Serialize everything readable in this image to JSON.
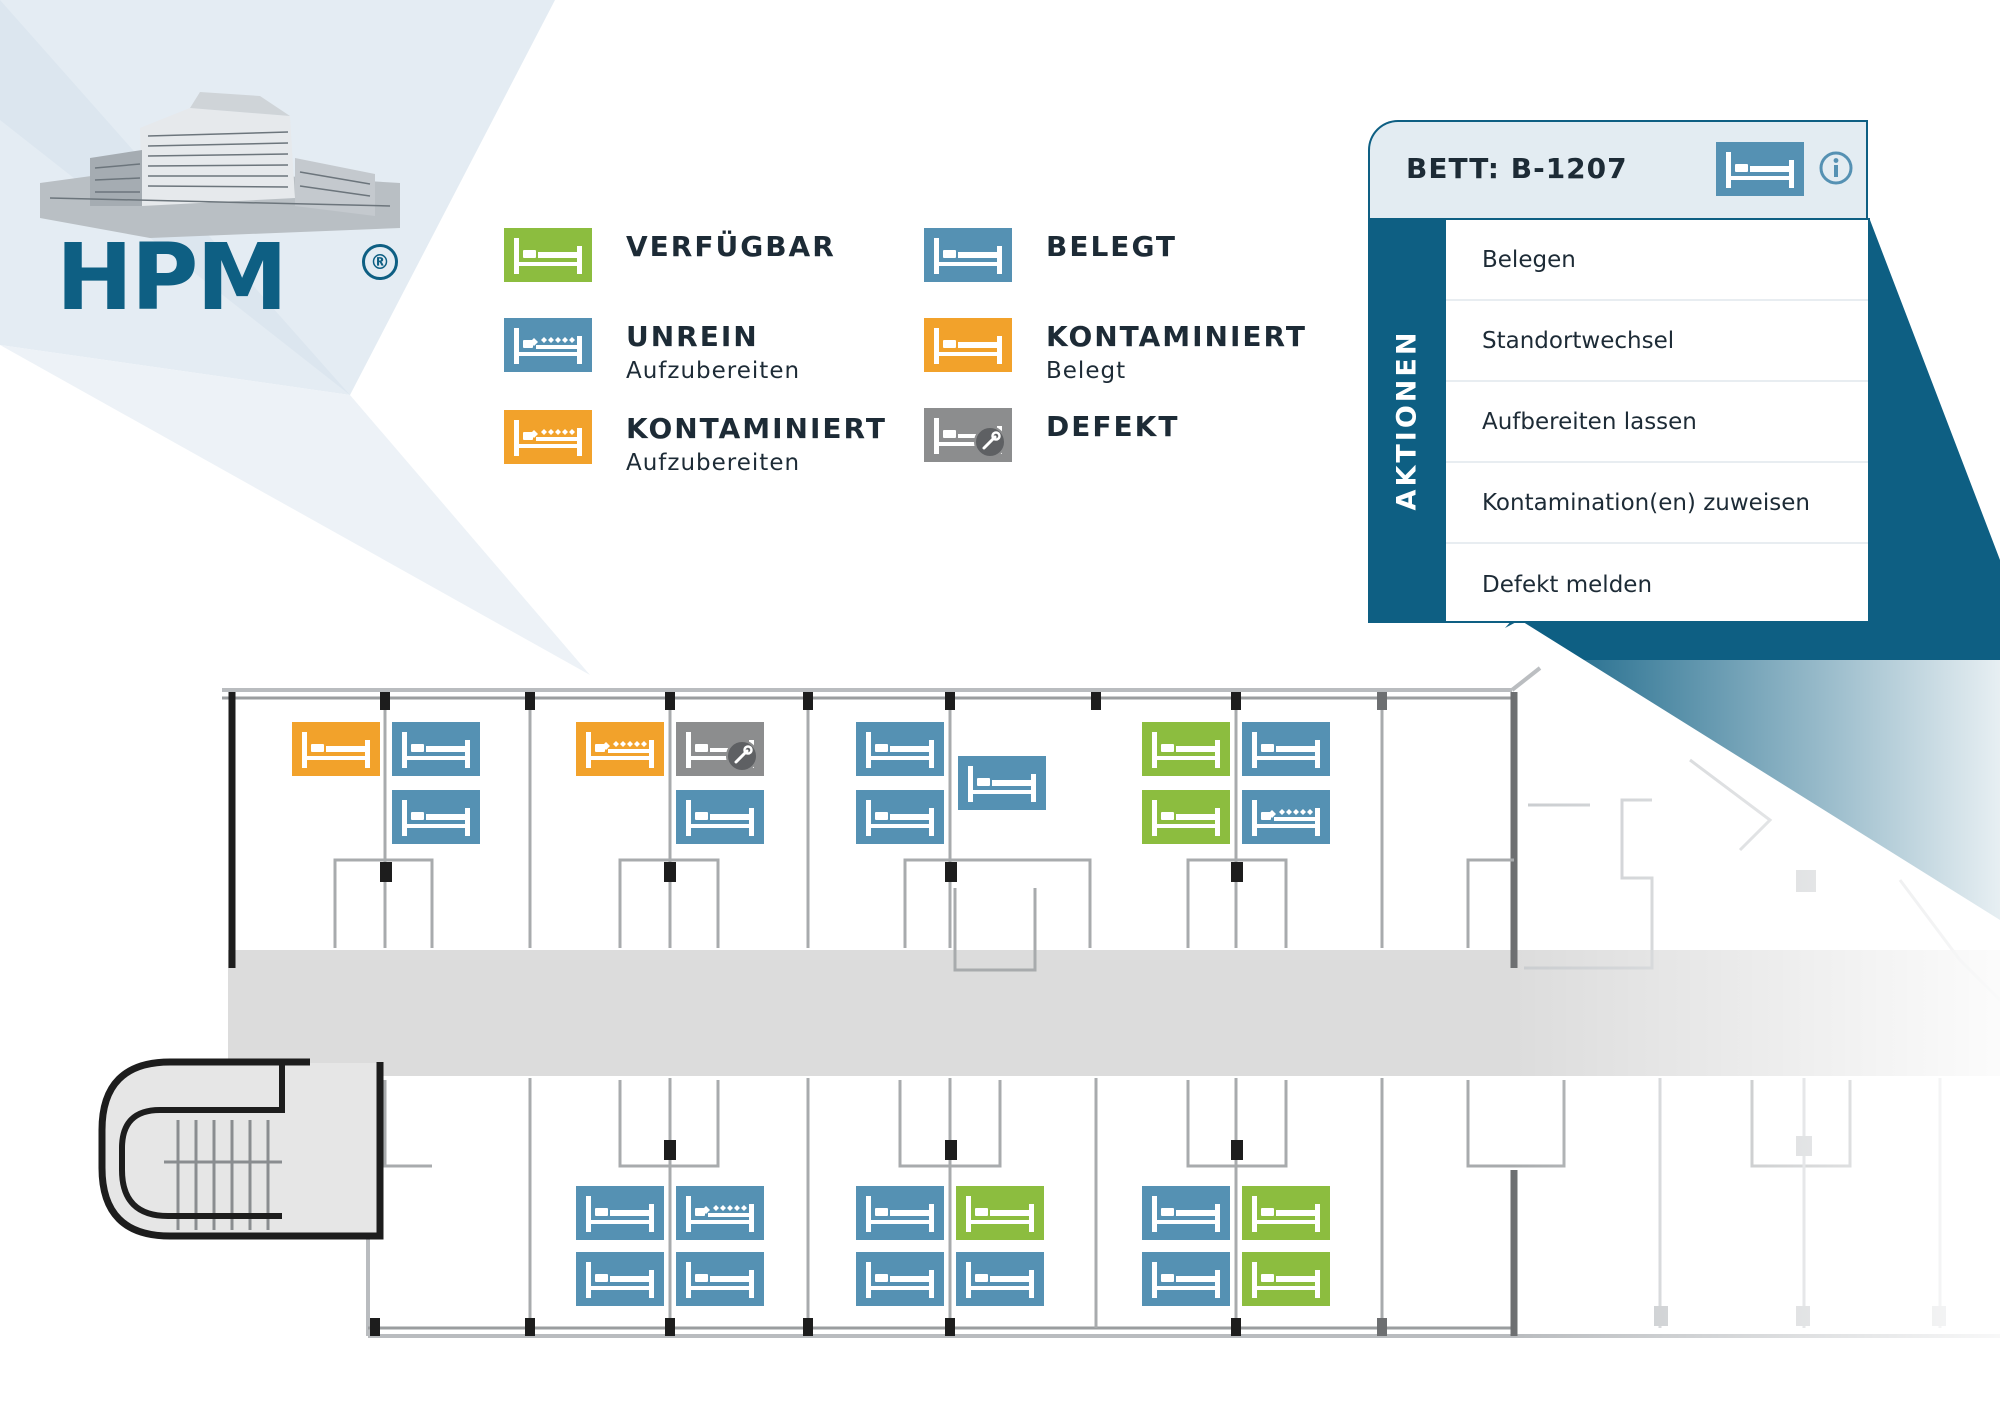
{
  "brand": {
    "name": "HPM",
    "registered": "®"
  },
  "colors": {
    "available": "#8cbd3f",
    "occupied": "#5591b3",
    "unclean": "#5591b3",
    "contaminated": "#f2a22b",
    "defect": "#8c8d8e",
    "accent": "#0e5f83"
  },
  "legend": [
    {
      "status": "available",
      "title": "VERFÜGBAR",
      "subtitle": "",
      "icon": "bed-icon"
    },
    {
      "status": "occupied",
      "title": "BELEGT",
      "subtitle": "",
      "icon": "bed-icon"
    },
    {
      "status": "unclean",
      "title": "UNREIN",
      "subtitle": "Aufzubereiten",
      "icon": "bed-dirty-icon"
    },
    {
      "status": "contaminated-occupied",
      "title": "KONTAMINIERT",
      "subtitle": "Belegt",
      "icon": "bed-icon"
    },
    {
      "status": "contaminated-unclean",
      "title": "KONTAMINIERT",
      "subtitle": "Aufzubereiten",
      "icon": "bed-dirty-icon"
    },
    {
      "status": "defect",
      "title": "DEFEKT",
      "subtitle": "",
      "icon": "bed-wrench-icon"
    }
  ],
  "panel": {
    "title": "BETT: B-1207",
    "side_label": "AKTIONEN",
    "bed_icon": "bed-icon",
    "info_icon": "info-icon",
    "actions": [
      "Belegen",
      "Standortwechsel",
      "Aufbereiten lassen",
      "Kontamination(en) zuweisen",
      "Defekt melden"
    ]
  },
  "beds": [
    {
      "status": "contaminated-occupied"
    },
    {
      "status": "occupied"
    },
    {
      "status": "occupied"
    },
    {
      "status": "contaminated-unclean"
    },
    {
      "status": "defect"
    },
    {
      "status": "occupied"
    },
    {
      "status": "occupied"
    },
    {
      "status": "occupied"
    },
    {
      "status": "occupied"
    },
    {
      "status": "available"
    },
    {
      "status": "occupied"
    },
    {
      "status": "available"
    },
    {
      "status": "unclean"
    },
    {
      "status": "occupied"
    },
    {
      "status": "unclean"
    },
    {
      "status": "occupied"
    },
    {
      "status": "occupied"
    },
    {
      "status": "occupied"
    },
    {
      "status": "available"
    },
    {
      "status": "occupied"
    },
    {
      "status": "occupied"
    },
    {
      "status": "occupied"
    },
    {
      "status": "available"
    },
    {
      "status": "occupied"
    },
    {
      "status": "available"
    }
  ]
}
